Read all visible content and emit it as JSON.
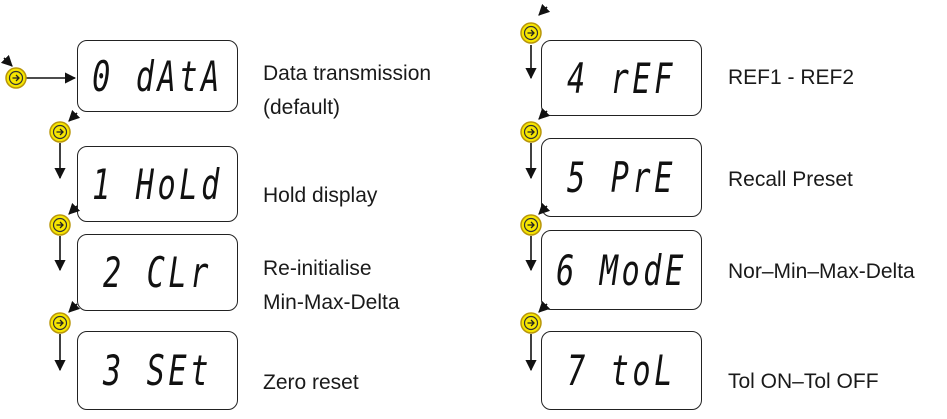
{
  "steps": [
    {
      "display": "0 dAtA",
      "label_line1": "Data transmission",
      "label_line2": "(default)"
    },
    {
      "display": "1 HoLd",
      "label_line1": "Hold display",
      "label_line2": ""
    },
    {
      "display": "2 CLr",
      "label_line1": "Re-initialise",
      "label_line2": "Min-Max-Delta"
    },
    {
      "display": "3 SEt",
      "label_line1": "Zero reset",
      "label_line2": ""
    },
    {
      "display": "4 rEF",
      "label_line1": "REF1 - REF2",
      "label_line2": ""
    },
    {
      "display": "5 PrE",
      "label_line1": "Recall Preset",
      "label_line2": ""
    },
    {
      "display": "6 ModE",
      "label_line1": "Nor–Min–Max-Delta",
      "label_line2": ""
    },
    {
      "display": "7 toL",
      "label_line1": "Tol ON–Tol OFF",
      "label_line2": ""
    }
  ],
  "colors": {
    "button_fill": "#f7e600",
    "button_stroke": "#b8960a",
    "line": "#111111"
  },
  "icons": {
    "button": "yellow-mode-button-icon"
  }
}
